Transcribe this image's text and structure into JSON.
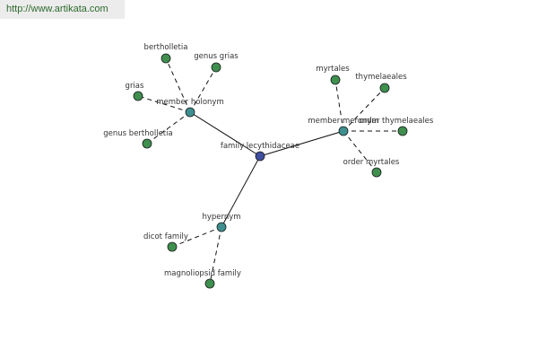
{
  "watermark": "http://www.artikata.com",
  "colors": {
    "center": "#3f4f9f",
    "relation": "#3f8f8f",
    "leaf": "#3f8f4f",
    "stroke": "#1a1a1a"
  },
  "graph": {
    "center": {
      "id": "center",
      "label": "family lecythidaceae"
    },
    "relations": [
      {
        "id": "r1",
        "label": "member holonym"
      },
      {
        "id": "r2",
        "label": "member meronym"
      },
      {
        "id": "r3",
        "label": "hypernym"
      }
    ],
    "leaves": [
      {
        "id": "l1",
        "parent": "r1",
        "label": "bertholletia"
      },
      {
        "id": "l2",
        "parent": "r1",
        "label": "genus grias"
      },
      {
        "id": "l3",
        "parent": "r1",
        "label": "grias"
      },
      {
        "id": "l4",
        "parent": "r1",
        "label": "genus bertholletia"
      },
      {
        "id": "l5",
        "parent": "r2",
        "label": "myrtales"
      },
      {
        "id": "l6",
        "parent": "r2",
        "label": "thymelaeales"
      },
      {
        "id": "l7",
        "parent": "r2",
        "label": "order thymelaeales"
      },
      {
        "id": "l8",
        "parent": "r2",
        "label": "order myrtales"
      },
      {
        "id": "l9",
        "parent": "r3",
        "label": "dicot family"
      },
      {
        "id": "l10",
        "parent": "r3",
        "label": "magnoliopsid family"
      }
    ]
  }
}
